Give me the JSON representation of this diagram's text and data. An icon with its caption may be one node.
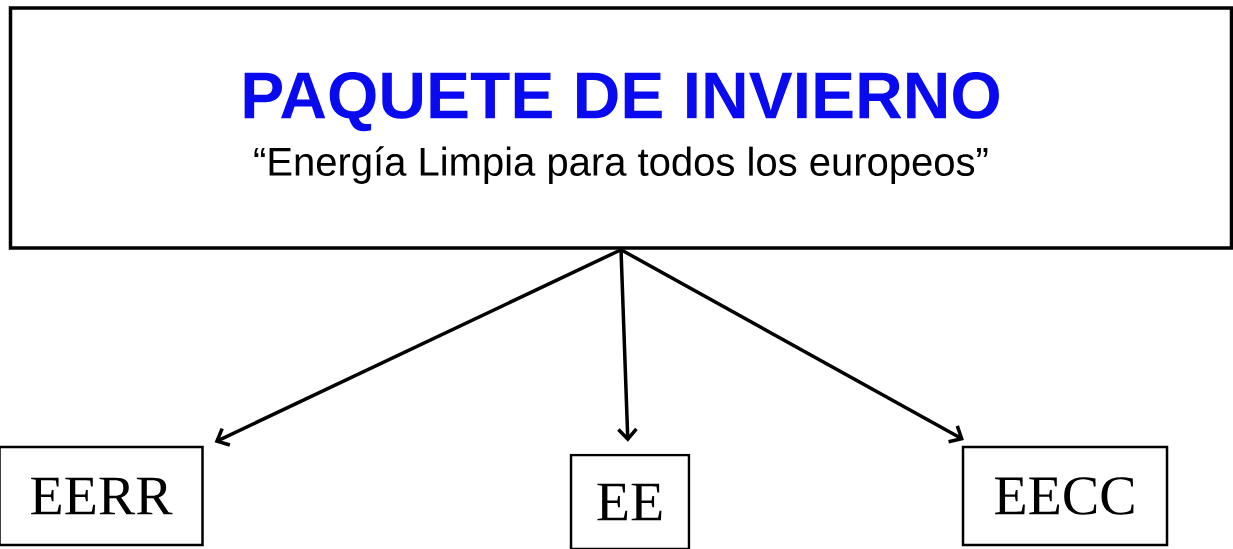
{
  "diagram": {
    "nodes": [
      {
        "text": [
          "PAQUETE DE INVIERNO",
          "“Energía Limpia para todos los europeos”"
        ]
      },
      {
        "text": [
          "EERR"
        ]
      },
      {
        "text": [
          "EE"
        ]
      },
      {
        "text": [
          "EECC"
        ]
      }
    ],
    "edges": [
      {
        "from": 0,
        "to": 1,
        "arrow": "to"
      },
      {
        "from": 0,
        "to": 2,
        "arrow": "to"
      },
      {
        "from": 0,
        "to": 3,
        "arrow": "to"
      }
    ]
  }
}
